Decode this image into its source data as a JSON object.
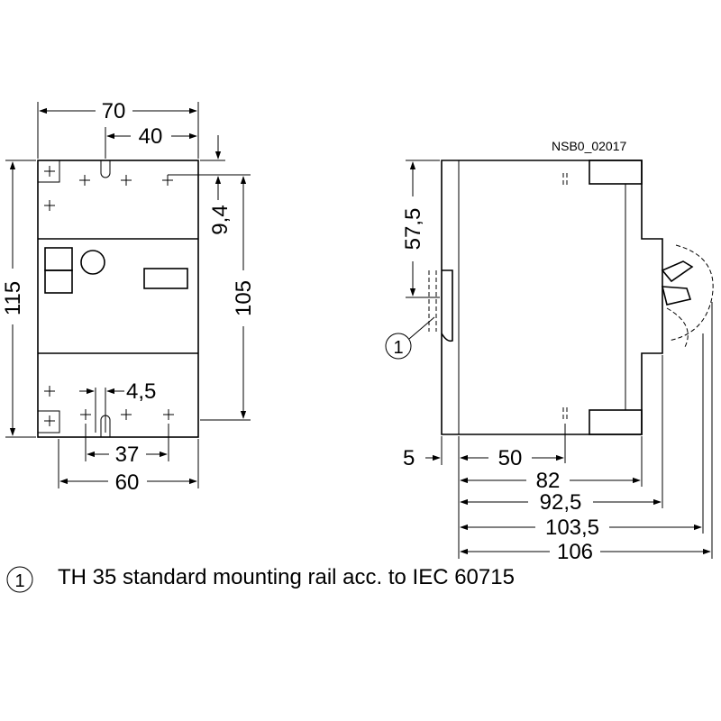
{
  "drawing_code": "NSB0_02017",
  "front_view": {
    "width_overall": "70",
    "width_top_holes": "40",
    "height_overall": "115",
    "height_inner": "105",
    "offset_top": "9,4",
    "hole_offset": "4,5",
    "width_bottom_holes": "37",
    "width_bottom": "60"
  },
  "side_view": {
    "height_to_rail": "57,5",
    "rail_offset": "5",
    "depth_1": "50",
    "depth_2": "82",
    "depth_3": "92,5",
    "depth_4": "103,5",
    "depth_5": "106",
    "callout_number": "1"
  },
  "legend": {
    "number": "1",
    "text": "TH 35 standard mounting rail acc. to IEC 60715"
  }
}
